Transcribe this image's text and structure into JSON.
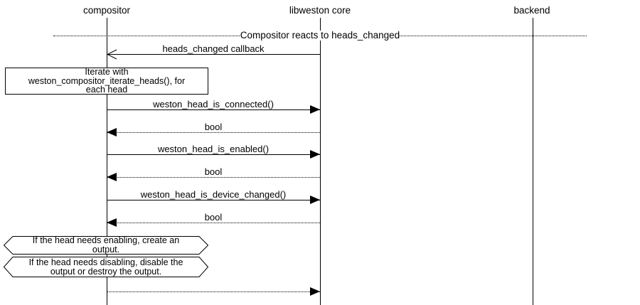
{
  "diagram": {
    "type": "sequence-diagram",
    "title": "Compositor reacts to heads_changed",
    "actors": [
      {
        "name": "compositor"
      },
      {
        "name": "libweston core"
      },
      {
        "name": "backend"
      }
    ],
    "messages": [
      {
        "label": "heads_changed callback",
        "from": "libweston core",
        "to": "compositor",
        "line": "solid",
        "arrowhead": "open"
      },
      {
        "label": "weston_head_is_connected()",
        "from": "compositor",
        "to": "libweston core",
        "line": "solid",
        "arrowhead": "filled"
      },
      {
        "label": "bool",
        "from": "libweston core",
        "to": "compositor",
        "line": "dotted",
        "arrowhead": "filled"
      },
      {
        "label": "weston_head_is_enabled()",
        "from": "compositor",
        "to": "libweston core",
        "line": "solid",
        "arrowhead": "filled"
      },
      {
        "label": "bool",
        "from": "libweston core",
        "to": "compositor",
        "line": "dotted",
        "arrowhead": "filled"
      },
      {
        "label": "weston_head_is_device_changed()",
        "from": "compositor",
        "to": "libweston core",
        "line": "solid",
        "arrowhead": "filled"
      },
      {
        "label": "bool",
        "from": "libweston core",
        "to": "compositor",
        "line": "dotted",
        "arrowhead": "filled"
      },
      {
        "label": "",
        "from": "compositor",
        "to": "libweston core",
        "line": "dotted",
        "arrowhead": "filled"
      }
    ],
    "notes": {
      "iterate": {
        "lines": [
          "Iterate with",
          "weston_compositor_iterate_heads(), for",
          "each head"
        ]
      },
      "enable": {
        "lines": [
          "If the head needs enabling, create an",
          "output."
        ]
      },
      "disable": {
        "lines": [
          "If the head needs disabling, disable the",
          "output or destroy the output."
        ]
      }
    }
  },
  "colors": {
    "foreground": "#000000",
    "background": "#ffffff"
  }
}
